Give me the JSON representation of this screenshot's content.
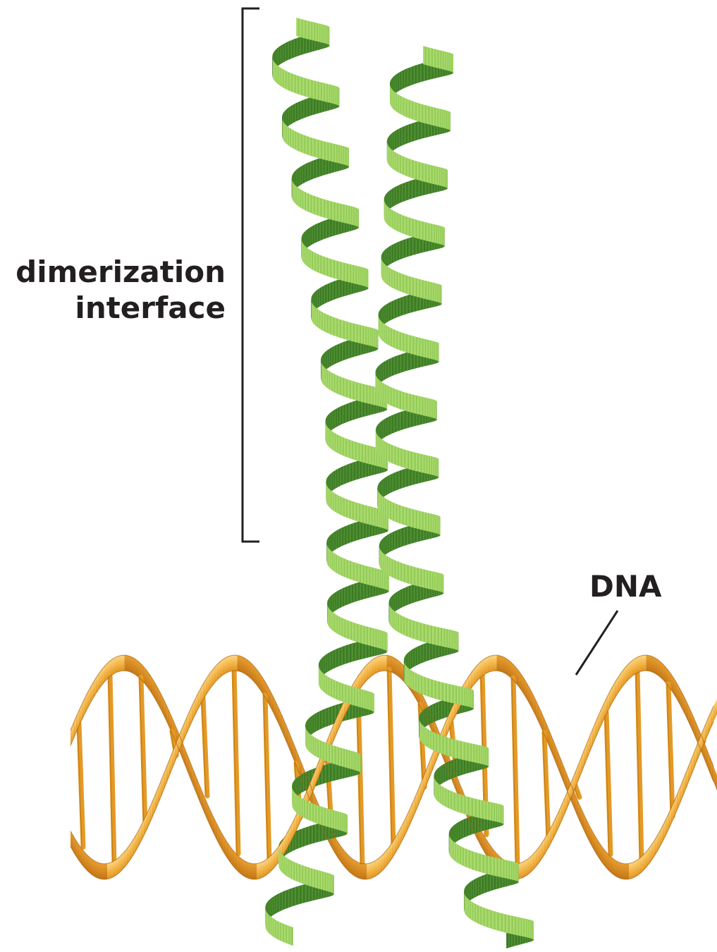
{
  "labels": {
    "dimerization_line1": "dimerization",
    "dimerization_line2": "interface",
    "dna": "DNA"
  },
  "colors": {
    "helix_light": "#9bd15e",
    "helix_mid": "#6fb33a",
    "helix_dark": "#3e7d28",
    "helix_outline": "#2e4d1e",
    "dna_light": "#f6c25a",
    "dna_mid": "#eda52c",
    "dna_dark": "#c97a12",
    "dna_rung": "#e39a26",
    "label_text": "#231f20"
  },
  "icons": {
    "bracket": "dimerization-bracket",
    "dna_leader": "dna-leader-line",
    "dna": "dna-double-helix",
    "helix": "alpha-helix-ribbon"
  }
}
